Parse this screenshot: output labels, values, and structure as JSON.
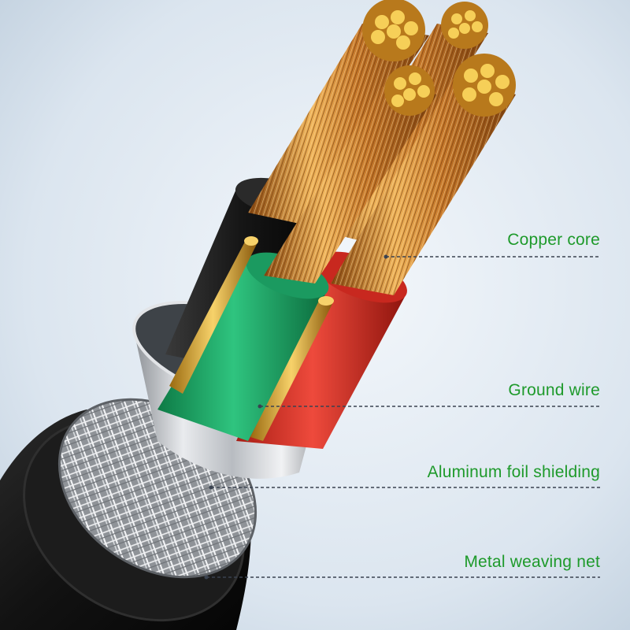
{
  "labels": {
    "copper_core": "Copper core",
    "ground_wire": "Ground wire",
    "aluminum_foil": "Aluminum foil shielding",
    "metal_net": "Metal weaving net"
  },
  "colors": {
    "label_text": "#1e9a2b",
    "leader_line": "#3a4250",
    "background_light": "#eef3f8",
    "background_dark": "#b9cad9",
    "jacket": "#151515",
    "foil": "#c9ccd0",
    "black_wire": "#1a1a1a",
    "green_wire": "#1faa6a",
    "red_wire": "#d93328",
    "copper": "#d9953c",
    "copper_tip": "#f2c24a"
  }
}
